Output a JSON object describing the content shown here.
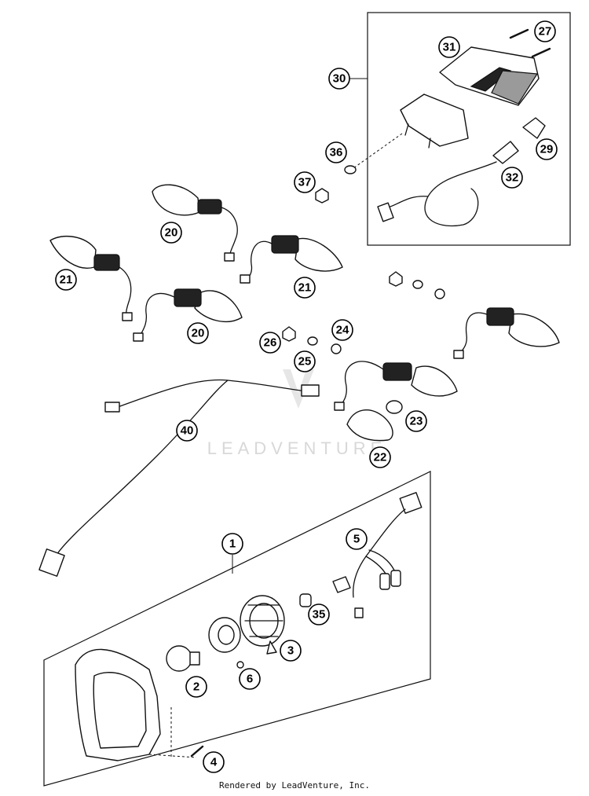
{
  "callouts": {
    "c1": "1",
    "c2": "2",
    "c3": "3",
    "c4": "4",
    "c5": "5",
    "c6": "6",
    "c20a": "20",
    "c20b": "20",
    "c21a": "21",
    "c21b": "21",
    "c22": "22",
    "c23": "23",
    "c24": "24",
    "c25": "25",
    "c26": "26",
    "c27": "27",
    "c29": "29",
    "c30": "30",
    "c31": "31",
    "c32": "32",
    "c35": "35",
    "c36": "36",
    "c37": "37",
    "c40": "40"
  },
  "watermark": "LEADVENTURE",
  "footer": "Rendered by LeadVenture, Inc."
}
